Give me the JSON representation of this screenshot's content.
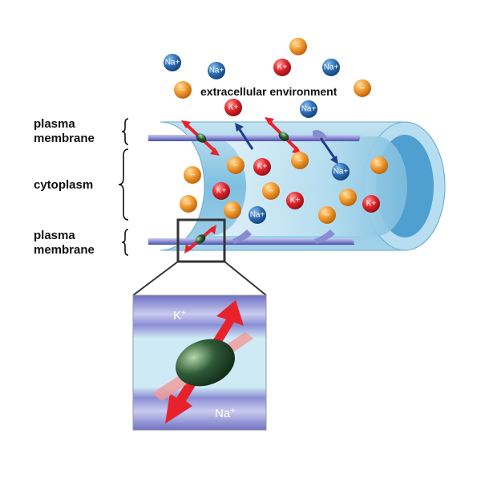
{
  "labels": {
    "extracellular": "extracellular environment",
    "plasma_membrane_top": [
      "plasma",
      "membrane"
    ],
    "cytoplasm": "cytoplasm",
    "plasma_membrane_bottom": [
      "plasma",
      "membrane"
    ]
  },
  "ions": {
    "sodium": "Na",
    "potassium": "K",
    "positive": "+",
    "negative": "–"
  },
  "inset": {
    "potassium_label": "K",
    "sodium_label": "Na",
    "charge": "+"
  },
  "colors": {
    "sodium_ion": "#2f6fb5",
    "potassium_ion": "#e0262c",
    "anion": "#f29a2e",
    "membrane": "#8a8fd0",
    "cytoplasm": "#a9d6ea",
    "pump": "#2f5a38",
    "arrow": "#e8222a"
  },
  "icons": {
    "bracket": "curly-brace",
    "pump": "ellipse-protein",
    "arrow": "double-headed-arrow"
  }
}
